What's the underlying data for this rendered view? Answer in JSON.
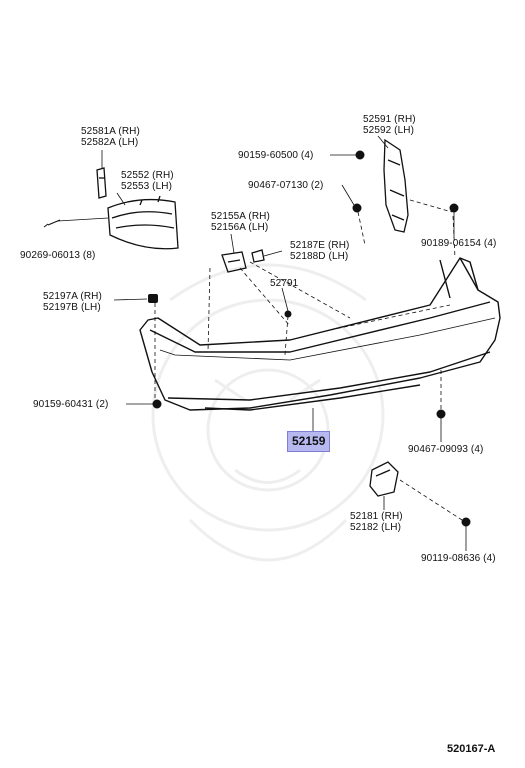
{
  "diagram_code": "520167-A",
  "highlight_part": "52159",
  "labels": {
    "l52581": [
      "52581A (RH)",
      "52582A (LH)"
    ],
    "l52552": [
      "52552 (RH)",
      "52553 (LH)"
    ],
    "l90269": "90269-06013 (8)",
    "l52591": [
      "52591 (RH)",
      "52592 (LH)"
    ],
    "l90159a": "90159-60500 (4)",
    "l90467a": "90467-07130 (2)",
    "l90189": "90189-06154 (4)",
    "l52155": [
      "52155A (RH)",
      "52156A (LH)"
    ],
    "l52187": [
      "52187E (RH)",
      "52188D (LH)"
    ],
    "l52791": "52791",
    "l52197": [
      "52197A (RH)",
      "52197B (LH)"
    ],
    "l90159b": "90159-60431 (2)",
    "l90467b": "90467-09093 (4)",
    "l52181": [
      "52181 (RH)",
      "52182 (LH)"
    ],
    "l90119": "90119-08636 (4)"
  }
}
